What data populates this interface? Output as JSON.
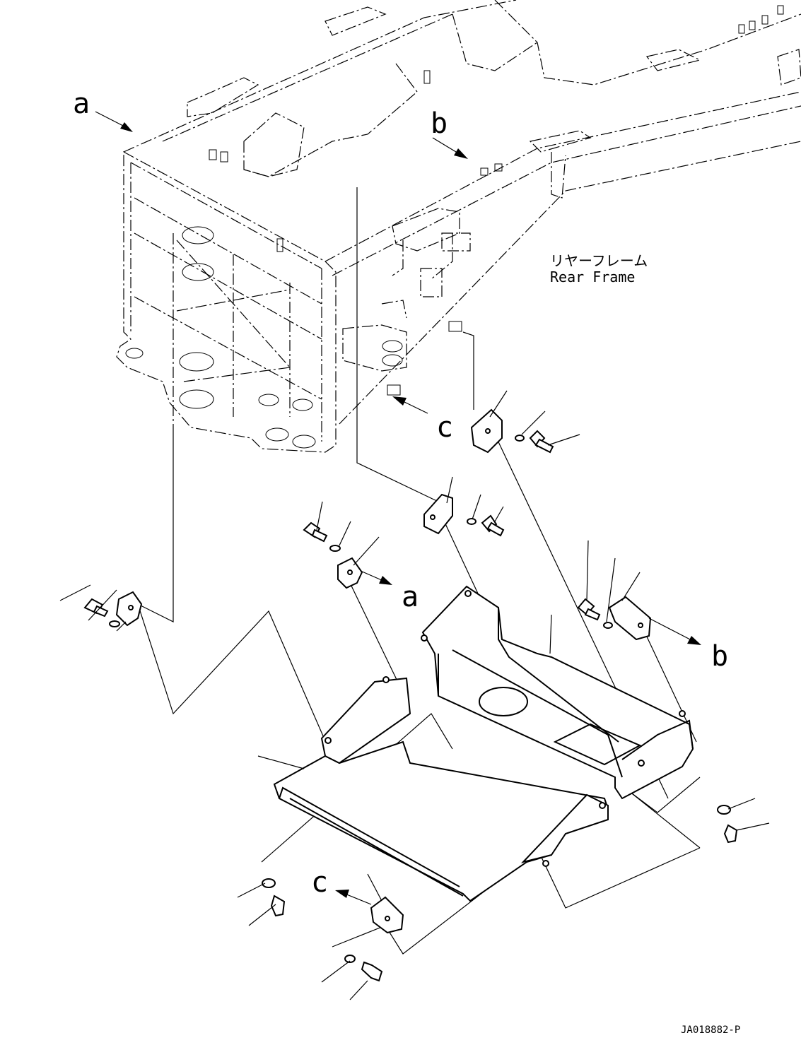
{
  "labels": {
    "a": "a",
    "b": "b",
    "c": "c",
    "rear_frame_jp": "リヤーフレーム",
    "rear_frame_en": "Rear Frame"
  },
  "drawing_code": "JA018882-P"
}
